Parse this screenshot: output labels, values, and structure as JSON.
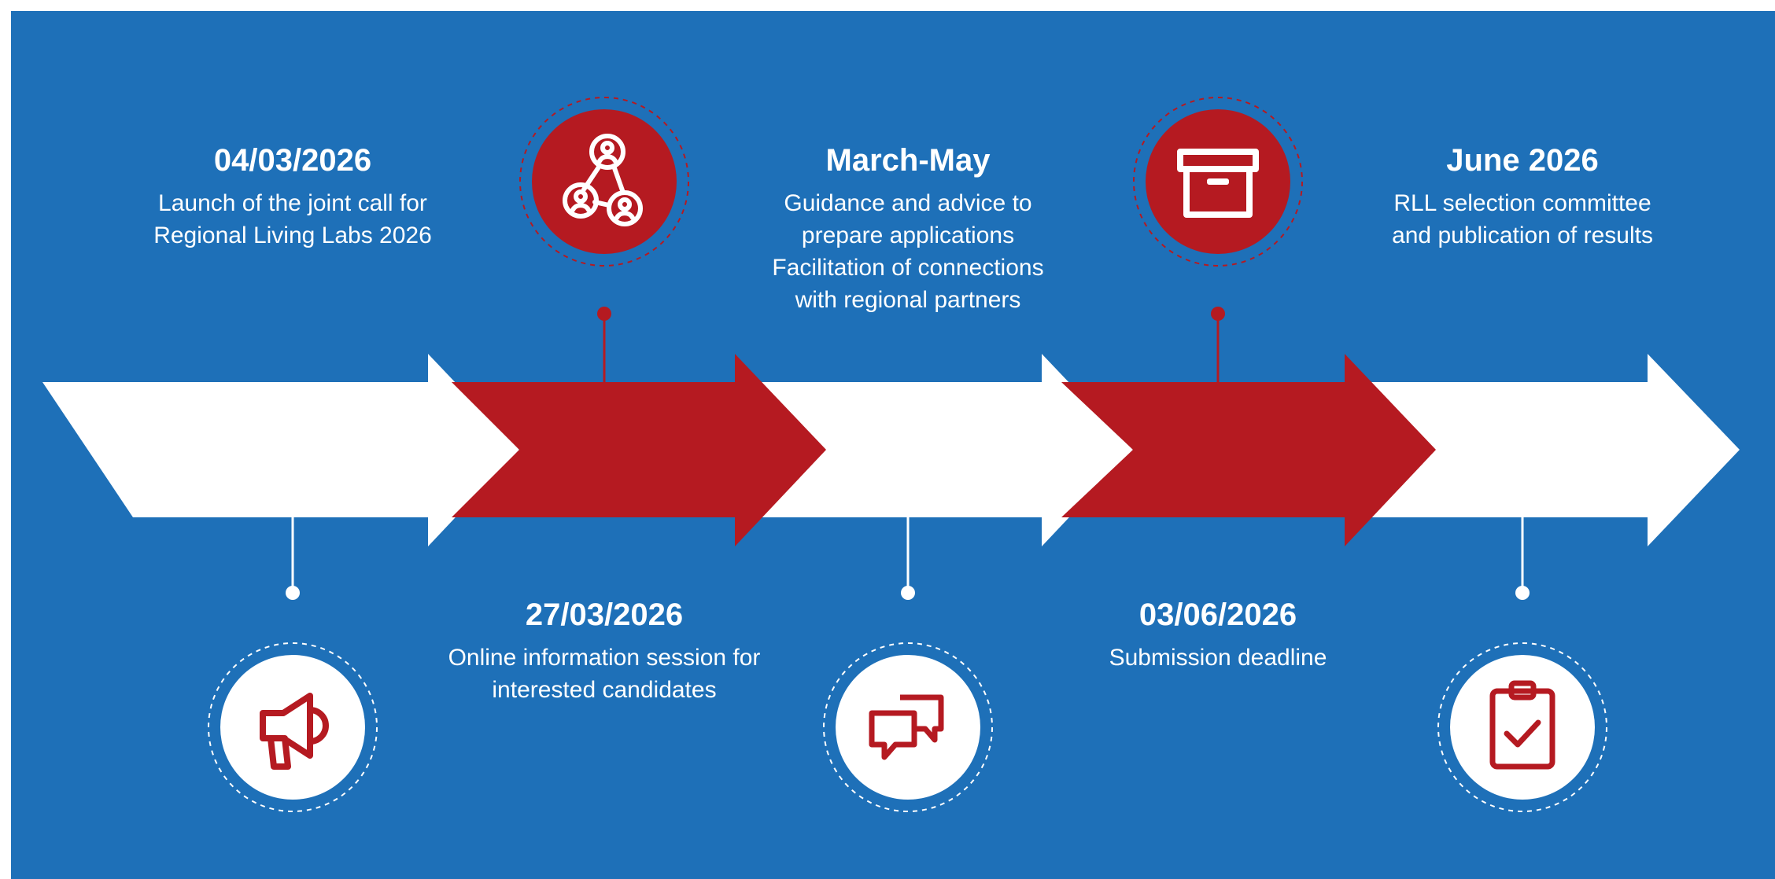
{
  "colors": {
    "background": "#1e70b8",
    "red": "#b51a21",
    "white": "#ffffff"
  },
  "timeline": [
    {
      "date": "04/03/2026",
      "description": [
        "Launch of the joint call for",
        "Regional Living Labs 2026"
      ],
      "icon": "megaphone-icon",
      "icon_position": "below",
      "arrow_color": "white"
    },
    {
      "date": "27/03/2026",
      "description": [
        "Online information session for",
        "interested candidates"
      ],
      "icon": "network-people-icon",
      "icon_position": "above",
      "arrow_color": "red"
    },
    {
      "date": "March-May",
      "description": [
        "Guidance and advice to",
        "prepare applications",
        "Facilitation of connections",
        "with regional partners"
      ],
      "icon": "chat-bubbles-icon",
      "icon_position": "below",
      "arrow_color": "white"
    },
    {
      "date": "03/06/2026",
      "description": [
        "Submission deadline"
      ],
      "icon": "archive-box-icon",
      "icon_position": "above",
      "arrow_color": "red"
    },
    {
      "date": "June 2026",
      "description": [
        "RLL selection committee",
        "and publication of results"
      ],
      "icon": "clipboard-check-icon",
      "icon_position": "below",
      "arrow_color": "white"
    }
  ]
}
